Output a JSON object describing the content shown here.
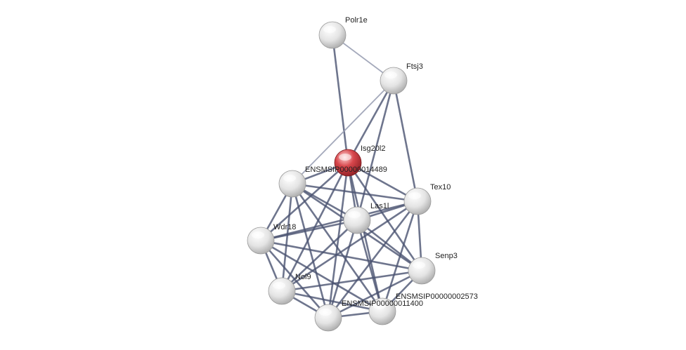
{
  "network": {
    "colors": {
      "edge_strong": "#4a5370",
      "edge_weak": "#9aa0b4",
      "node_default": "#e6e6e6",
      "node_query": "#c4353a"
    },
    "nodes": [
      {
        "id": "Polr1e",
        "label": "Polr1e",
        "query": false
      },
      {
        "id": "Ftsj3",
        "label": "Ftsj3",
        "query": false
      },
      {
        "id": "Isg20l2",
        "label": "Isg20l2",
        "query": true
      },
      {
        "id": "ENSMSIP00000014489",
        "label": "ENSMSIP00000014489",
        "query": false
      },
      {
        "id": "Tex10",
        "label": "Tex10",
        "query": false
      },
      {
        "id": "Las1l",
        "label": "Las1l",
        "query": false
      },
      {
        "id": "Wdr18",
        "label": "Wdr18",
        "query": false
      },
      {
        "id": "Senp3",
        "label": "Senp3",
        "query": false
      },
      {
        "id": "Nol9",
        "label": "Nol9",
        "query": false
      },
      {
        "id": "ENSMSIP00000002573",
        "label": "ENSMSIP00000002573",
        "query": false
      },
      {
        "id": "ENSMSIP00000011400",
        "label": "ENSMSIP00000011400",
        "query": false
      }
    ],
    "edges": [
      [
        "Polr1e",
        "Ftsj3",
        "weak"
      ],
      [
        "Polr1e",
        "Isg20l2",
        "strong"
      ],
      [
        "Ftsj3",
        "Isg20l2",
        "strong"
      ],
      [
        "Ftsj3",
        "ENSMSIP00000014489",
        "weak"
      ],
      [
        "Ftsj3",
        "Tex10",
        "strong"
      ],
      [
        "Ftsj3",
        "Las1l",
        "strong"
      ],
      [
        "Isg20l2",
        "ENSMSIP00000014489",
        "strong"
      ],
      [
        "Isg20l2",
        "Tex10",
        "strong"
      ],
      [
        "Isg20l2",
        "Las1l",
        "strong"
      ],
      [
        "Isg20l2",
        "Wdr18",
        "strong"
      ],
      [
        "Isg20l2",
        "Senp3",
        "strong"
      ],
      [
        "Isg20l2",
        "Nol9",
        "strong"
      ],
      [
        "Isg20l2",
        "ENSMSIP00000002573",
        "strong"
      ],
      [
        "Isg20l2",
        "ENSMSIP00000011400",
        "strong"
      ],
      [
        "ENSMSIP00000014489",
        "Tex10",
        "strong"
      ],
      [
        "ENSMSIP00000014489",
        "Las1l",
        "strong"
      ],
      [
        "ENSMSIP00000014489",
        "Wdr18",
        "strong"
      ],
      [
        "ENSMSIP00000014489",
        "Senp3",
        "strong"
      ],
      [
        "ENSMSIP00000014489",
        "Nol9",
        "strong"
      ],
      [
        "ENSMSIP00000014489",
        "ENSMSIP00000002573",
        "strong"
      ],
      [
        "ENSMSIP00000014489",
        "ENSMSIP00000011400",
        "strong"
      ],
      [
        "Tex10",
        "Las1l",
        "strong"
      ],
      [
        "Tex10",
        "Wdr18",
        "strong"
      ],
      [
        "Tex10",
        "Senp3",
        "strong"
      ],
      [
        "Tex10",
        "Nol9",
        "strong"
      ],
      [
        "Tex10",
        "ENSMSIP00000002573",
        "strong"
      ],
      [
        "Tex10",
        "ENSMSIP00000011400",
        "strong"
      ],
      [
        "Las1l",
        "Wdr18",
        "strong"
      ],
      [
        "Las1l",
        "Senp3",
        "strong"
      ],
      [
        "Las1l",
        "Nol9",
        "strong"
      ],
      [
        "Las1l",
        "ENSMSIP00000002573",
        "strong"
      ],
      [
        "Las1l",
        "ENSMSIP00000011400",
        "strong"
      ],
      [
        "Wdr18",
        "Senp3",
        "strong"
      ],
      [
        "Wdr18",
        "Nol9",
        "strong"
      ],
      [
        "Wdr18",
        "ENSMSIP00000002573",
        "strong"
      ],
      [
        "Wdr18",
        "ENSMSIP00000011400",
        "strong"
      ],
      [
        "Senp3",
        "Nol9",
        "strong"
      ],
      [
        "Senp3",
        "ENSMSIP00000002573",
        "strong"
      ],
      [
        "Senp3",
        "ENSMSIP00000011400",
        "strong"
      ],
      [
        "Nol9",
        "ENSMSIP00000002573",
        "strong"
      ],
      [
        "Nol9",
        "ENSMSIP00000011400",
        "strong"
      ],
      [
        "ENSMSIP00000002573",
        "ENSMSIP00000011400",
        "strong"
      ]
    ]
  }
}
